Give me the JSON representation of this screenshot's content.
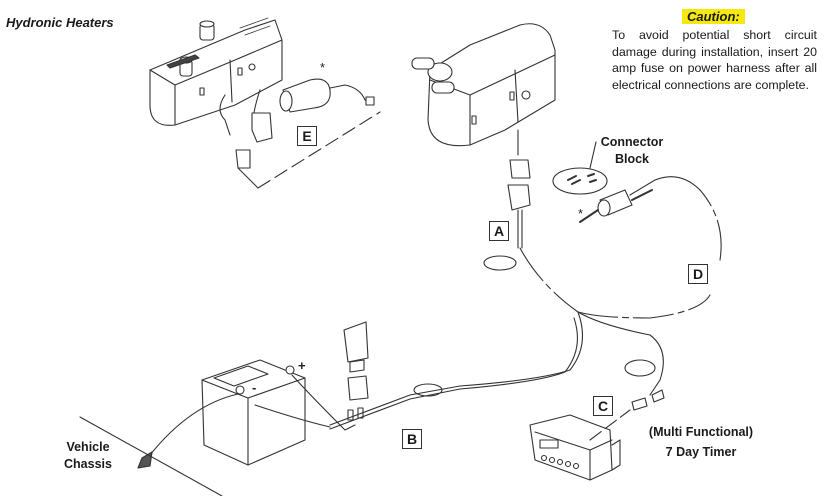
{
  "title": "Hydronic Heaters",
  "caution": {
    "heading": "Caution:",
    "text": "To avoid potential short circuit damage during installation, insert 20 amp fuse on power harness after all electrical connections are complete."
  },
  "labels": {
    "connector_block_line1": "Connector",
    "connector_block_line2": "Block",
    "vehicle_chassis_line1": "Vehicle",
    "vehicle_chassis_line2": "Chassis",
    "timer_line1": "(Multi Functional)",
    "timer_line2": "7 Day Timer",
    "battery_positive": "+",
    "battery_negative": "-",
    "asterisk_pump": "*",
    "asterisk_fuel_pump": "*"
  },
  "callouts": {
    "A": "A",
    "B": "B",
    "C": "C",
    "D": "D",
    "E": "E"
  },
  "colors": {
    "caution_highlight": "#f5e80c",
    "line": "#333333"
  }
}
